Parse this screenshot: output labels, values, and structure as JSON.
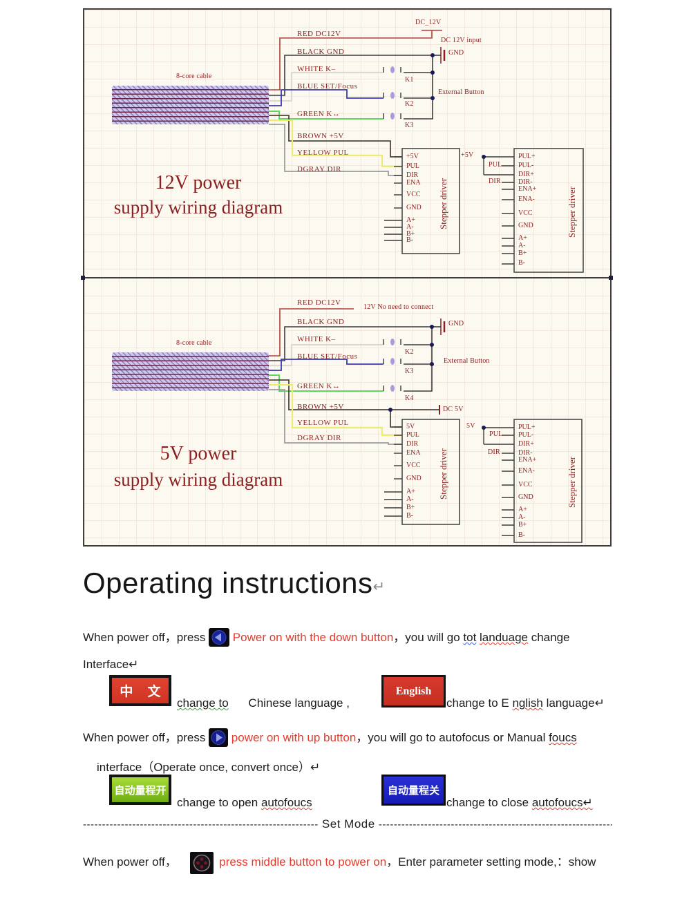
{
  "colors": {
    "diagram_maroon": "#8a1f1f",
    "text_red": "#e53b2c",
    "button_red": "#d9372b",
    "button_green": "#7dc822",
    "button_blue": "#1f24c4"
  },
  "diagram1": {
    "title1": "12V power",
    "title2": "supply wiring diagram",
    "cable": "8-core cable",
    "labels": [
      "RED  DC12V",
      "BLACK  GND",
      "WHITE  K–",
      "BLUE  SET/Focus",
      "GREEN  K↔",
      "BROWN  +5V",
      "YELLOW  PUL",
      "DGRAY  DIR"
    ],
    "power": "DC_12V",
    "power_note": "DC 12V input",
    "gnd": "GND",
    "k": [
      "K1",
      "K2",
      "K3"
    ],
    "ext": "External  Button",
    "bus5v": "+5V",
    "buspul": "PUL",
    "busdir": "DIR",
    "drv1name": "Stepper driver",
    "drv2name": "Stepper driver",
    "drv1pins": [
      "+5V",
      "PUL",
      "DIR",
      "ENA",
      "VCC",
      "GND",
      "A+",
      "A-",
      "B+",
      "B-"
    ],
    "drv2pins": [
      "PUL+",
      "PUL-",
      "DIR+",
      "DIR-",
      "ENA+",
      "ENA-",
      "VCC",
      "GND",
      "A+",
      "A-",
      "B+",
      "B-"
    ]
  },
  "diagram2": {
    "title1": "5V power",
    "title2": "supply wiring diagram",
    "cable": "8-core cable",
    "labels": [
      "RED  DC12V",
      "BLACK  GND",
      "WHITE  K–",
      "BLUE  SET/Focus",
      "GREEN  K↔",
      "BROWN  +5V",
      "YELLOW  PUL",
      "DGRAY  DIR"
    ],
    "red_note": "12V No need to connect",
    "gnd": "GND",
    "k": [
      "K2",
      "K3",
      "K4"
    ],
    "ext": "External  Button",
    "dc5v": "DC 5V",
    "bus5v": "5V",
    "buspul": "PUL",
    "busdir": "DIR",
    "drv1name": "Stepper driver",
    "drv2name": "Stepper driver",
    "drv1pins": [
      "5V",
      "PUL",
      "DIR",
      "ENA",
      "VCC",
      "GND",
      "A+",
      "A-",
      "B+",
      "B-"
    ],
    "drv2pins": [
      "PUL+",
      "PUL-",
      "DIR+",
      "DIR-",
      "ENA+",
      "ENA-",
      "VCC",
      "GND",
      "A+",
      "A-",
      "B+",
      "B-"
    ]
  },
  "instructions": {
    "heading": "Operating instructions",
    "return_mark": "↵",
    "p1a": "When power off，press",
    "p1_red": "Power on with the down button",
    "p1b": "，you will go ",
    "p1_tot": "tot",
    "p1_land": "landuage",
    "p1c": " change",
    "p1_line2": "Interface↵",
    "btn_zh": "中 文",
    "cap1a_u": "change to",
    "cap1a": "Chinese language ,",
    "btn_en": "English",
    "cap1b1": "change to E ",
    "cap1b_u": "nglish",
    "cap1b2": " language↵",
    "p2a": "When power off，press",
    "p2_red": "power on with up button",
    "p2b": "，you will go to autofocus or Manual ",
    "p2_u": "foucs",
    "p2_line2": "interface（Operate  once, convert once）↵",
    "btn_open": "自动量程开",
    "cap2a": "change to open ",
    "cap2a_u": "autofoucs",
    "btn_close": "自动量程关",
    "cap2b": "change to close ",
    "cap2b_u": "autofoucs↵",
    "sep_left": "--------------------------------------------------------------",
    "sep_mid": " Set Mode ",
    "sep_right": "------------------------------------------------------------------↵",
    "p3a": "When power off，",
    "p3_red": "press middle button to power on",
    "p3b": "，Enter parameter setting mode,：show"
  }
}
